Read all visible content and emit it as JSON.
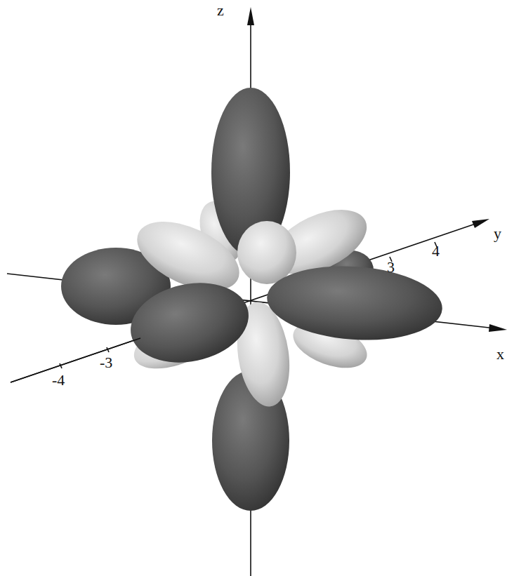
{
  "diagram": {
    "labels": [
      "z",
      "y",
      "x",
      "3",
      "4",
      "-3",
      "-4"
    ]
  }
}
